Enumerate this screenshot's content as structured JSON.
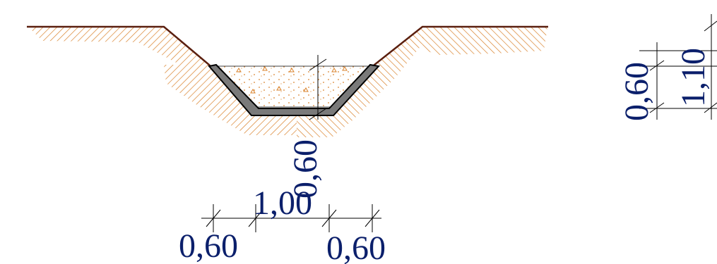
{
  "colors": {
    "ground_line": "#5a1f0f",
    "hatch": "#d9822b",
    "lining_fill": "#7a7a7a",
    "lining_edge": "#000000",
    "fill_dots": "#d9822b",
    "dimension_line": "#000000",
    "dimension_text": "#0b1f6b"
  },
  "dimensions": {
    "bottom_width": "1,00",
    "left_slope_width": "0,60",
    "right_slope_width": "0,60",
    "fill_depth": "0,60",
    "side_lower": "0,60",
    "side_total": "1,10"
  }
}
